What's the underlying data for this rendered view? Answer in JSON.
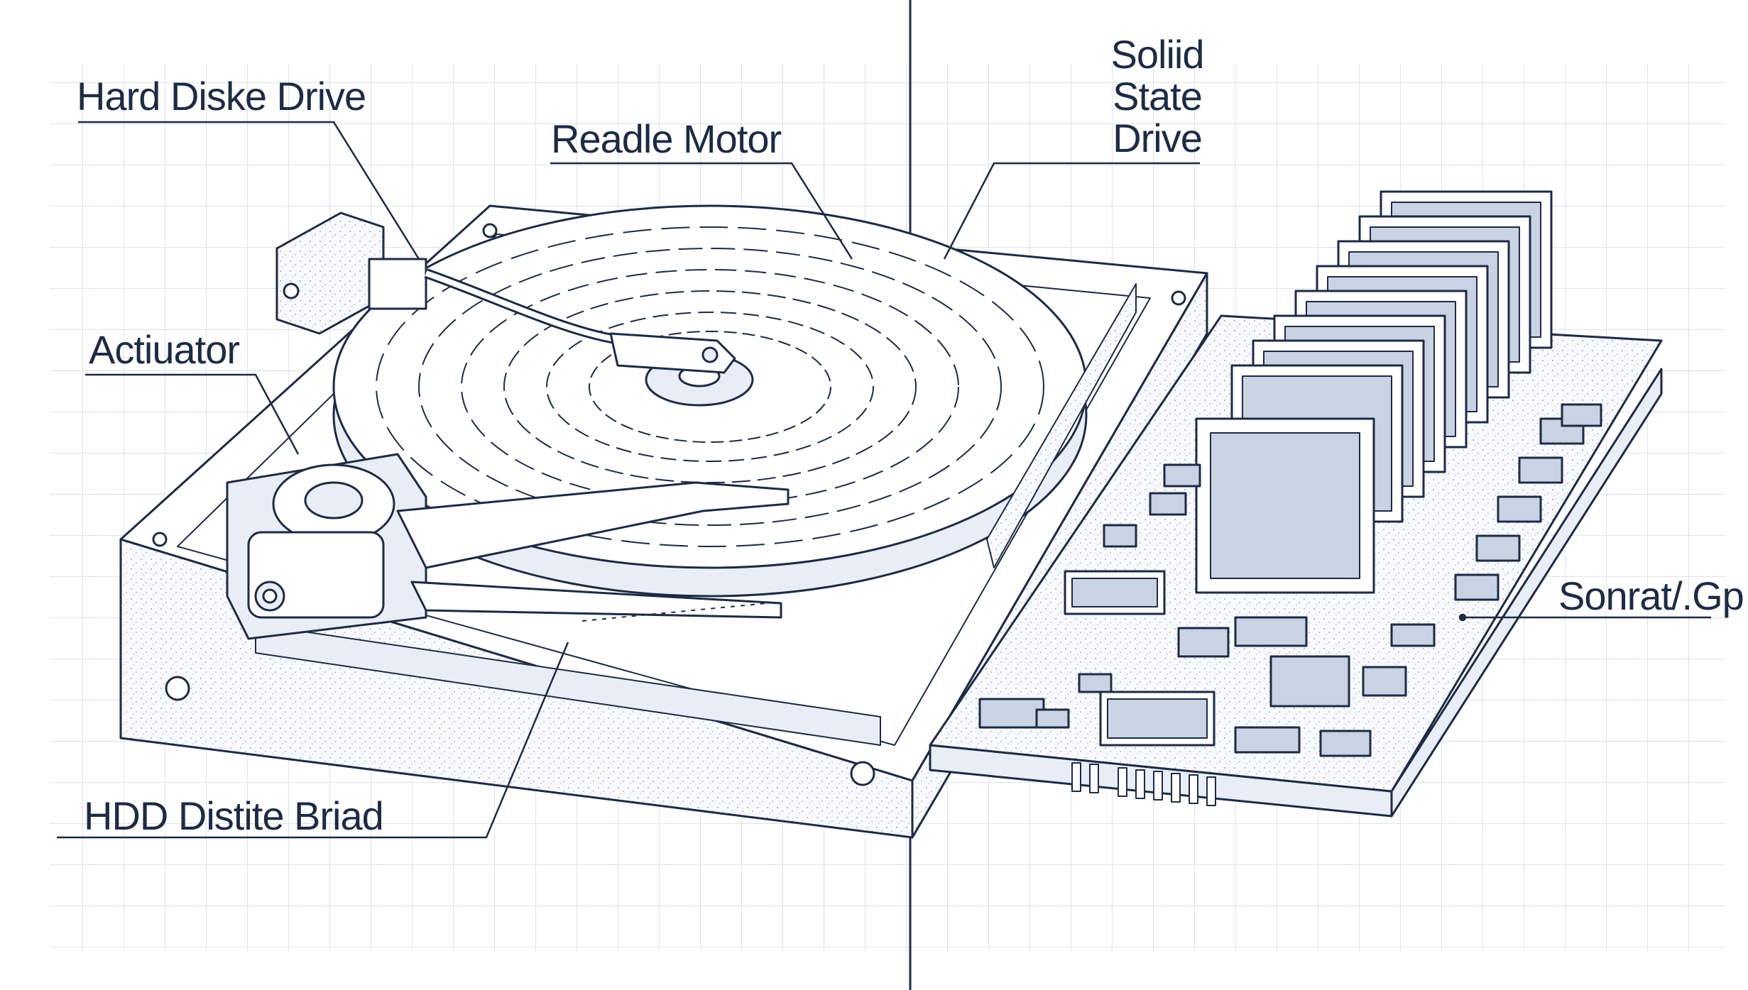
{
  "labels": {
    "hdd": "Hard Diske Drive",
    "spindle": "Readle Motor",
    "actuator": "Actiuator",
    "board": "HDD Distite Briad",
    "ssd_line1": "Soliid",
    "ssd_line2": "State",
    "ssd_line3": "Drive",
    "controller": "Sonrat/.Gp"
  },
  "colors": {
    "ink": "#1d2b44",
    "grid": "#dde3ec",
    "fill": "#e9eef6",
    "chip": "#c9d3e3"
  }
}
